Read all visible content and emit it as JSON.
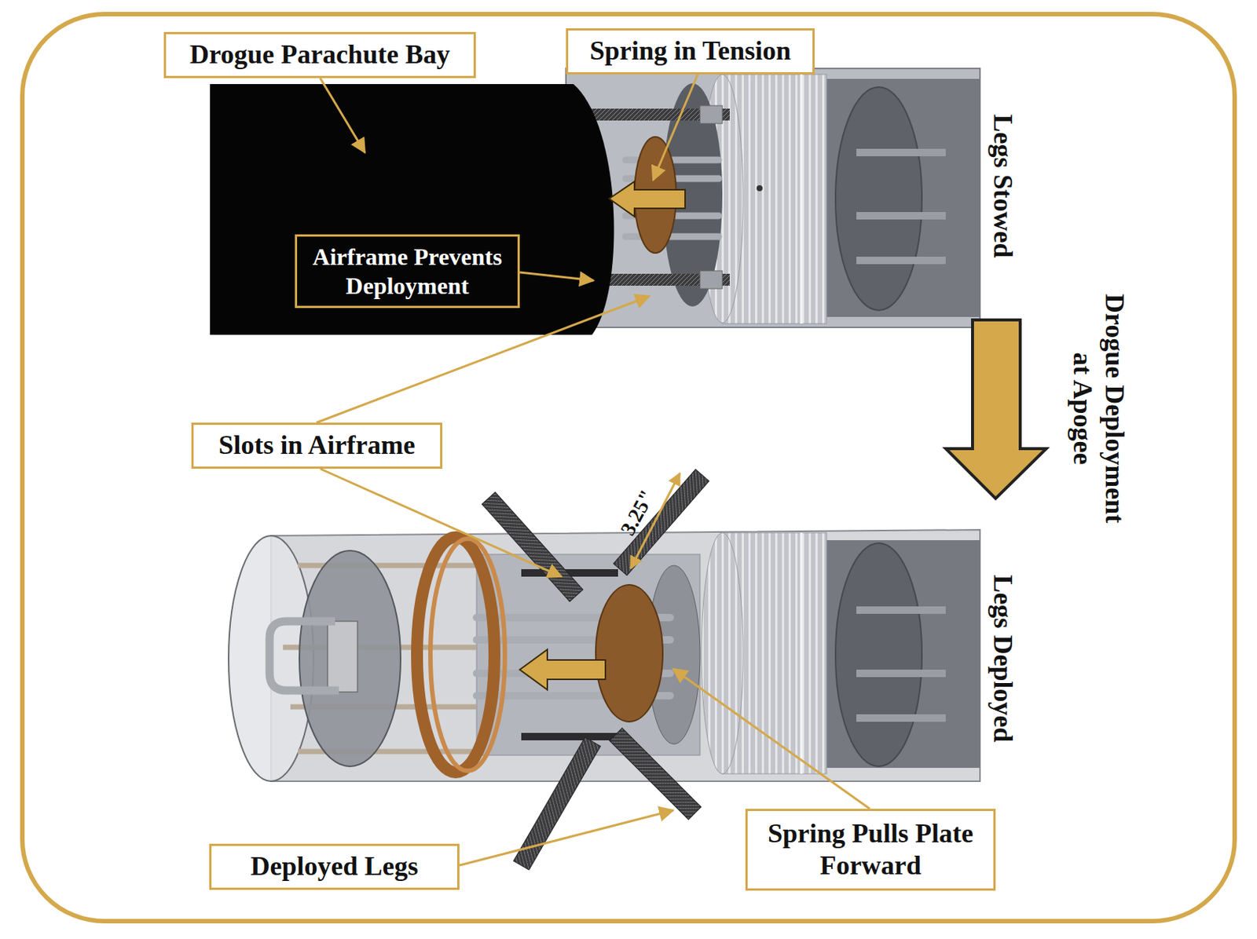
{
  "diagram": {
    "nodes": [
      {
        "text": [
          "Drogue Parachute Bay"
        ]
      },
      {
        "text": [
          "Spring in Tension"
        ]
      },
      {
        "text": [
          "Airframe Prevents Deployment"
        ]
      },
      {
        "text": [
          "Slots in Airframe"
        ]
      },
      {
        "text": [
          "Deployed Legs"
        ]
      },
      {
        "text": [
          "Spring Pulls Plate Forward"
        ]
      }
    ],
    "labels": [
      "Legs Stowed",
      "Drogue Deployment at Apogee",
      "3.25\"",
      "Legs Deployed"
    ]
  }
}
